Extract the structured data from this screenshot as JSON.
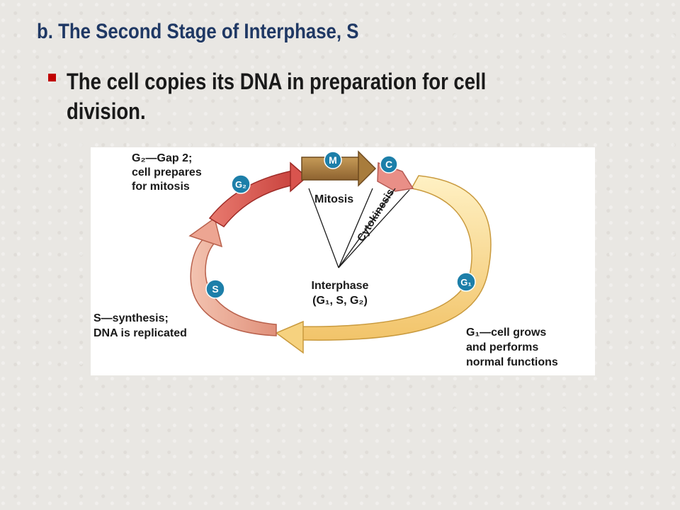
{
  "slide": {
    "title": "b. The Second Stage of Interphase, S",
    "bullet": "The cell copies its DNA in preparation for cell division."
  },
  "diagram": {
    "g2_label": [
      "G₂—Gap 2;",
      "cell prepares",
      "for mitosis"
    ],
    "s_label": [
      "S—synthesis;",
      "DNA is replicated"
    ],
    "g1_label": [
      "G₁—cell grows",
      "and performs",
      "normal functions"
    ],
    "mitosis": "Mitosis",
    "cytokinesis": "Cytokinesis",
    "interphase": [
      "Interphase",
      "(G₁, S, G₂)"
    ],
    "badges": {
      "m": "M",
      "c": "C",
      "g2": "G₂",
      "s": "S",
      "g1": "G₁"
    },
    "colors": {
      "g1": "#f8d98a",
      "s": "#e9a58f",
      "g2": "#d9544e",
      "mitosis": "#a87c3c",
      "cytokinesis": "#e98f87",
      "badge": "#1d7fa9"
    }
  }
}
